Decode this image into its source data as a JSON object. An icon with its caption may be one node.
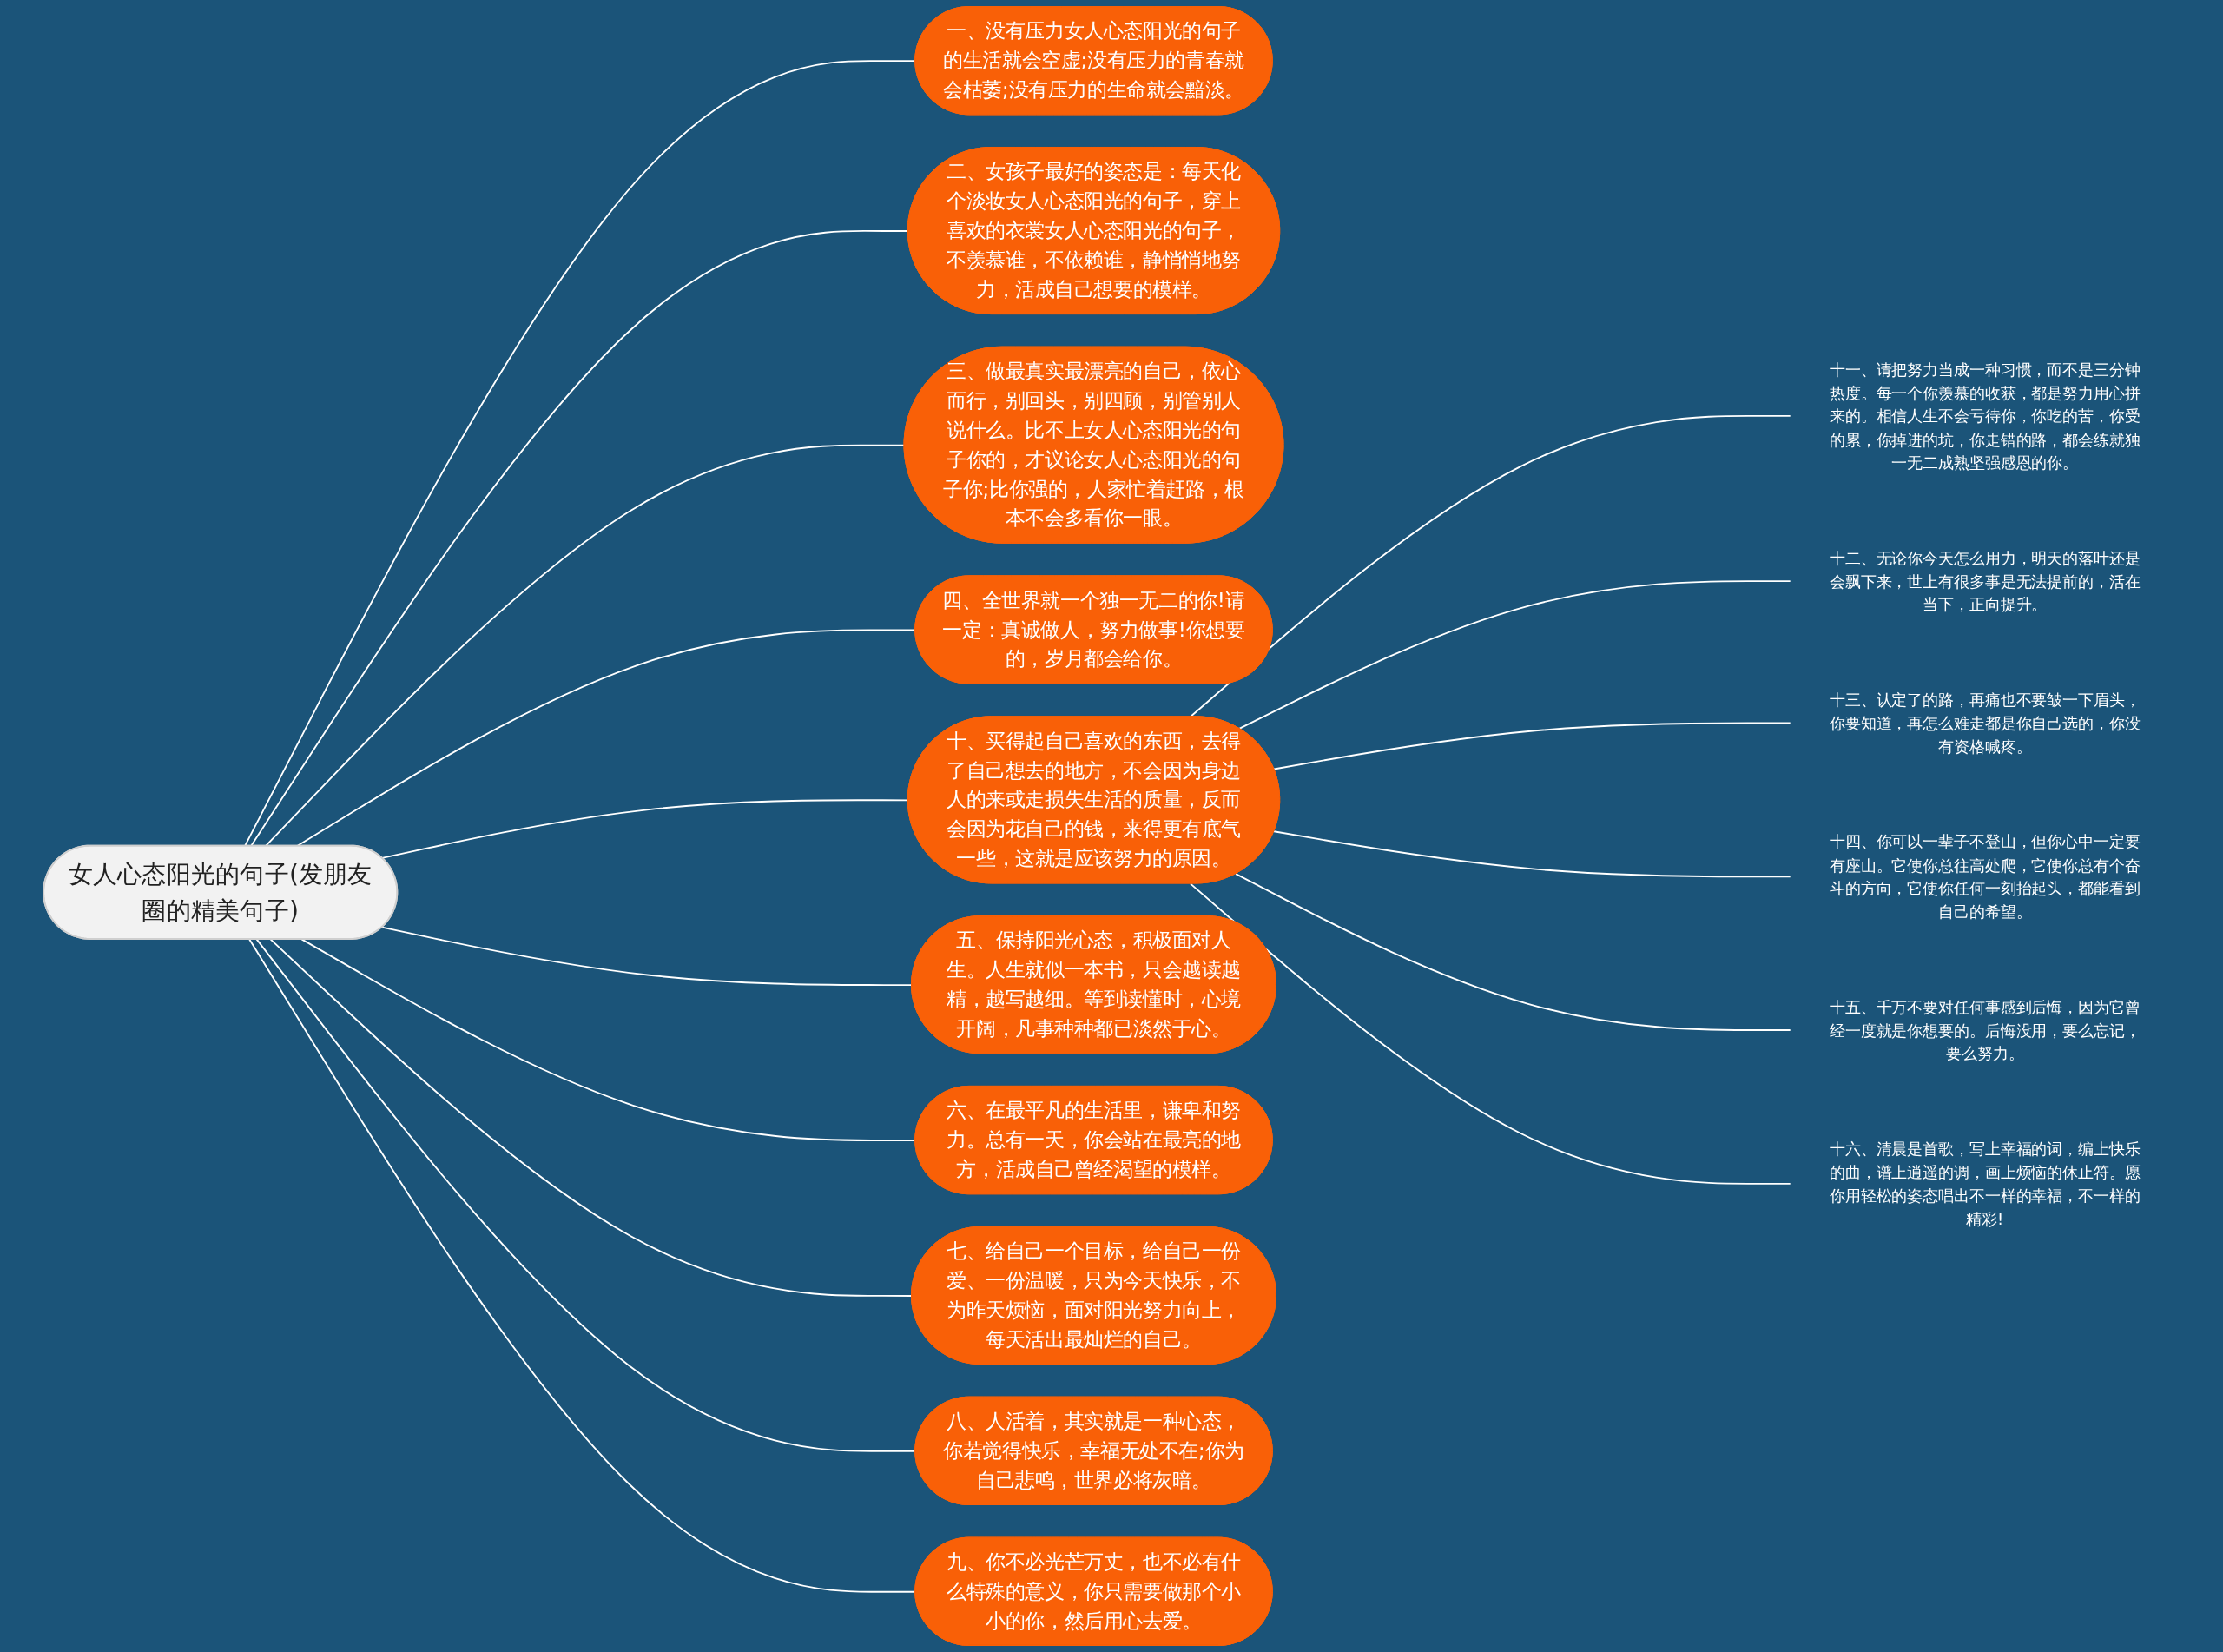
{
  "diagram": {
    "nodes": [
      {
        "text": [
          "女人心态阳光的句子(发朋友圈的精美句子)"
        ]
      },
      {
        "text": [
          "一、没有压力女人心态阳光的句子的生活就会空虚;没有压力的青春就会枯萎;没有压力的生命就会黯淡。"
        ]
      },
      {
        "text": [
          "二、女孩子最好的姿态是：每天化个淡妆女人心态阳光的句子，穿上喜欢的衣裳女人心态阳光的句子，不羡慕谁，不依赖谁，静悄悄地努力，活成自己想要的模样。"
        ]
      },
      {
        "text": [
          "三、做最真实最漂亮的自己，依心而行，别回头，别四顾，别管别人说什么。比不上女人心态阳光的句子你的，才议论女人心态阳光的句子你;比你强的，人家忙着赶路，根本不会多看你一眼。"
        ]
      },
      {
        "text": [
          "四、全世界就一个独一无二的你!请一定：真诚做人，努力做事!你想要的，岁月都会给你。"
        ]
      },
      {
        "text": [
          "五、保持阳光心态，积极面对人生。人生就似一本书，只会越读越精，越写越细。等到读懂时，心境开阔，凡事种种都已淡然于心。"
        ]
      },
      {
        "text": [
          "六、在最平凡的生活里，谦卑和努力。总有一天，你会站在最亮的地方，活成自己曾经渴望的模样。"
        ]
      },
      {
        "text": [
          "七、给自己一个目标，给自己一份爱、一份温暖，只为今天快乐，不为昨天烦恼，面对阳光努力向上，每天活出最灿烂的自己。"
        ]
      },
      {
        "text": [
          "八、人活着，其实就是一种心态，你若觉得快乐，幸福无处不在;你为自己悲鸣，世界必将灰暗。"
        ]
      },
      {
        "text": [
          "九、你不必光芒万丈，也不必有什么特殊的意义，你只需要做那个小小的你，然后用心去爱。"
        ]
      },
      {
        "text": [
          "十、买得起自己喜欢的东西，去得了自己想去的地方，不会因为身边人的来或走损失生活的质量，反而会因为花自己的钱，来得更有底气一些，这就是应该努力的原因。"
        ]
      },
      {
        "text": [
          "十一、请把努力当成一种习惯，而不是三分钟热度。每一个你羡慕的收获，都是努力用心拼来的。相信人生不会亏待你，你吃的苦，你受的累，你掉进的坑，你走错的路，都会练就独一无二成熟坚强感恩的你。"
        ]
      },
      {
        "text": [
          "十二、无论你今天怎么用力，明天的落叶还是会飘下来，世上有很多事是无法提前的，活在当下，正向提升。"
        ]
      },
      {
        "text": [
          "十三、认定了的路，再痛也不要皱一下眉头，你要知道，再怎么难走都是你自己选的，你没有资格喊疼。"
        ]
      },
      {
        "text": [
          "十四、你可以一辈子不登山，但你心中一定要有座山。它使你总往高处爬，它使你总有个奋斗的方向，它使你任何一刻抬起头，都能看到自己的希望。"
        ]
      },
      {
        "text": [
          "十五、千万不要对任何事感到后悔，因为它曾经一度就是你想要的。后悔没用，要么忘记，要么努力。"
        ]
      },
      {
        "text": [
          "十六、清晨是首歌，写上幸福的词，编上快乐的曲，谱上逍遥的调，画上烦恼的休止符。愿你用轻松的姿态唱出不一样的幸福，不一样的精彩!"
        ]
      }
    ],
    "edges": [
      {
        "from": 0,
        "to": 1,
        "arrow": "none"
      },
      {
        "from": 0,
        "to": 2,
        "arrow": "none"
      },
      {
        "from": 0,
        "to": 3,
        "arrow": "none"
      },
      {
        "from": 0,
        "to": 4,
        "arrow": "none"
      },
      {
        "from": 0,
        "to": 5,
        "arrow": "none"
      },
      {
        "from": 0,
        "to": 6,
        "arrow": "none"
      },
      {
        "from": 0,
        "to": 7,
        "arrow": "none"
      },
      {
        "from": 0,
        "to": 8,
        "arrow": "none"
      },
      {
        "from": 0,
        "to": 9,
        "arrow": "none"
      },
      {
        "from": 0,
        "to": 10,
        "arrow": "none"
      },
      {
        "from": 10,
        "to": 11,
        "arrow": "none"
      },
      {
        "from": 10,
        "to": 12,
        "arrow": "none"
      },
      {
        "from": 10,
        "to": 13,
        "arrow": "none"
      },
      {
        "from": 10,
        "to": 14,
        "arrow": "none"
      },
      {
        "from": 10,
        "to": 15,
        "arrow": "none"
      },
      {
        "from": 10,
        "to": 16,
        "arrow": "none"
      }
    ]
  }
}
